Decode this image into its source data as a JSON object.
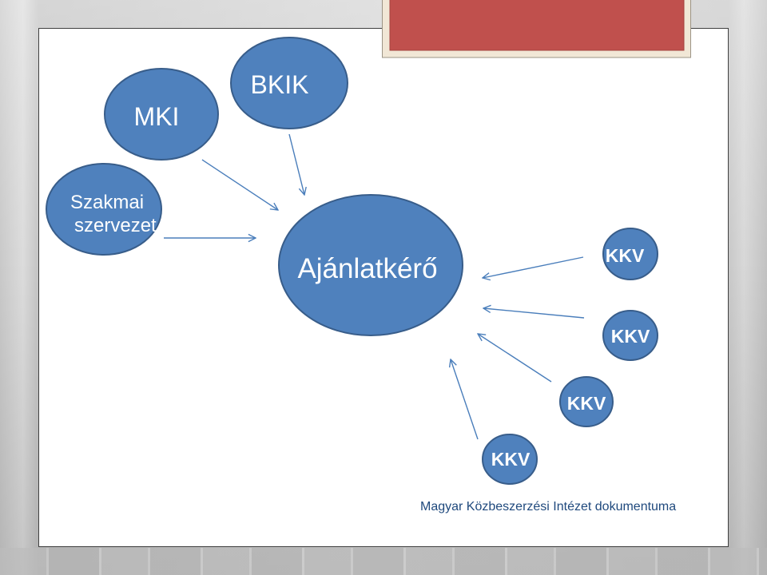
{
  "diagram": {
    "nodes": {
      "mki": "MKI",
      "bkik": "BKIK",
      "szakmai_szervezet": [
        "Szakmai",
        "szervezet"
      ],
      "ajanlatkero": "Ajánlatkérő",
      "kkv": [
        "KKV",
        "KKV",
        "KKV",
        "KKV"
      ]
    }
  },
  "footer": {
    "text": "Magyar Közbeszerzési Intézet dokumentuma"
  },
  "colors": {
    "node_fill": "#4F81BD",
    "node_stroke": "#385D8A",
    "arrow": "#4A7EBB",
    "banner": "#C0504D",
    "banner_frame": "#F1E7D6",
    "footer_text": "#1F497D",
    "slide": "#FFFFFF"
  }
}
